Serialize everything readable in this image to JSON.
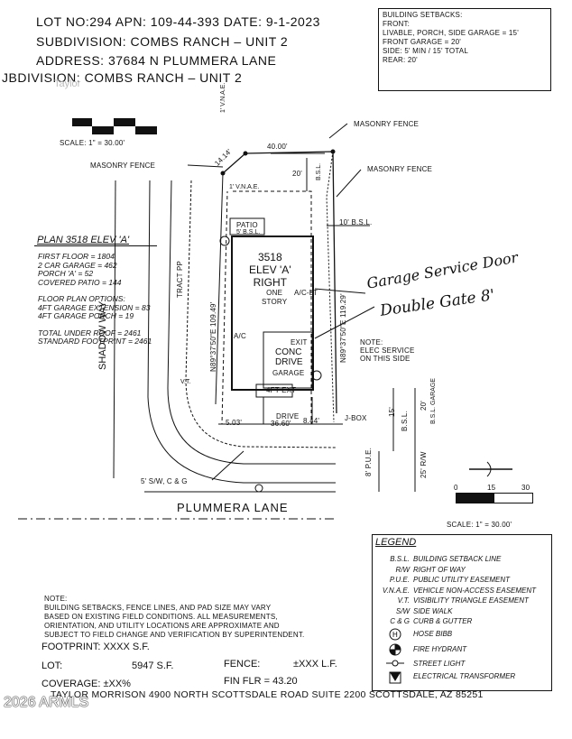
{
  "header": {
    "line1": "LOT NO:294  APN: 109-44-393  DATE: 9-1-2023",
    "line2": "SUBDIVISION: COMBS RANCH – UNIT 2",
    "line3": "ADDRESS: 37684 N PLUMMERA LANE",
    "overlay": "JBDIVISION: COMBS RANCH – UNIT 2",
    "ghost": "Taylor"
  },
  "setbacks": {
    "title": "BUILDING SETBACKS:",
    "front": "FRONT:",
    "livable": "LIVABLE, PORCH, SIDE GARAGE = 15'",
    "front_garage": "FRONT GARAGE = 20'",
    "side": "SIDE: 5' MIN / 15' TOTAL",
    "rear": "REAR: 20'"
  },
  "scale_top": "SCALE: 1\" = 30.00'",
  "plan": {
    "title": "PLAN 3518 ELEV 'A'",
    "lines": [
      "FIRST FLOOR = 1804",
      "2 CAR GARAGE = 462",
      "PORCH 'A' = 52",
      "COVERED PATIO = 144",
      "",
      "FLOOR PLAN OPTIONS:",
      "4FT GARAGE EXTENSION = 83",
      "4FT GARAGE PORCH = 19",
      "",
      "TOTAL UNDER ROOF = 2461",
      "STANDARD FOOTPRINT = 2461"
    ]
  },
  "drawing": {
    "masonry_fence": "MASONRY FENCE",
    "dim_40": "40.00'",
    "dim_1414": "14.14'",
    "vnae_top": "1' V.N.A.E.",
    "vnae_left": "1' V.N.A.E.",
    "bsl_20_top": "20'",
    "bsl": "B.S.L.",
    "bsl_10": "10' B.S.L.",
    "patio": "PATIO",
    "patio_bsl": "5' B.S.L.",
    "house": [
      "3518",
      "ELEV 'A'",
      "RIGHT"
    ],
    "one_story": [
      "ONE",
      "STORY"
    ],
    "acu": "A/C-LT",
    "ac": "A/C",
    "tract": "TRACT PP",
    "left_bearing": "N89°37'50\"E  109.49'",
    "right_bearing": "N89°37'50\"E  119.29'",
    "exit": "EXIT",
    "conc_drive": [
      "CONC",
      "DRIVE"
    ],
    "garage": "GARAGE",
    "ft_ext": "4FT EXT",
    "note_elec": [
      "NOTE:",
      "ELEC SERVICE",
      "ON THIS SIDE"
    ],
    "hand1": "Garage Service Door",
    "hand2": "Double Gate 8'",
    "drive": "DRIVE",
    "dim_503": "5.03'",
    "dim_3660": "36.60'",
    "dim_844": "8.44'",
    "jbox": "J-BOX",
    "vt": "V.T.",
    "dim_15": "15'",
    "dim_20": "20'",
    "bsl_garage": "B.S.L. GARAGE",
    "pue": "8' P.U.E.",
    "rw": "25' R/W",
    "sw": "5' S/W, C & G",
    "street": "PLUMMERA  LANE",
    "way": "SHADOW WAY"
  },
  "scale_bottom": {
    "ticks": [
      "0",
      "15",
      "30"
    ],
    "label": "SCALE: 1\" = 30.00'"
  },
  "legend": {
    "title": "LEGEND",
    "items": [
      {
        "abbr": "B.S.L.",
        "desc": "BUILDING SETBACK LINE"
      },
      {
        "abbr": "R/W",
        "desc": "RIGHT OF WAY"
      },
      {
        "abbr": "P.U.E.",
        "desc": "PUBLIC UTILITY EASEMENT"
      },
      {
        "abbr": "V.N.A.E.",
        "desc": "VEHICLE NON-ACCESS EASEMENT"
      },
      {
        "abbr": "V.T.",
        "desc": "VISIBILITY TRIANGLE EASEMENT"
      },
      {
        "abbr": "S/W",
        "desc": "SIDE WALK"
      },
      {
        "abbr": "C & G",
        "desc": "CURB & GUTTER"
      }
    ],
    "symbols": [
      {
        "icon": "hose-bibb-icon",
        "desc": "HOSE BIBB"
      },
      {
        "icon": "fire-hydrant-icon",
        "desc": "FIRE HYDRANT"
      },
      {
        "icon": "street-light-icon",
        "desc": "STREET LIGHT"
      },
      {
        "icon": "electrical-transformer-icon",
        "desc": "ELECTRICAL TRANSFORMER"
      }
    ]
  },
  "note": {
    "title": "NOTE:",
    "lines": [
      "BUILDING SETBACKS, FENCE LINES, AND PAD SIZE MAY VARY",
      "BASED ON EXISTING FIELD CONDITIONS.  ALL MEASUREMENTS,",
      "ORIENTATION, AND UTILITY LOCATIONS ARE APPROXIMATE AND",
      "SUBJECT TO FIELD CHANGE AND VERIFICATION BY SUPERINTENDENT."
    ]
  },
  "stats": {
    "footprint": "FOOTPRINT: XXXX S.F.",
    "lot_label": "LOT:",
    "lot_value": "5947 S.F.",
    "fence_label": "FENCE:",
    "fence_value": "±XXX L.F.",
    "coverage": "COVERAGE:  ±XX%",
    "fin_flr": "FIN FLR = 43.20"
  },
  "footer": "TAYLOR MORRISON  4900 NORTH SCOTTSDALE ROAD SUITE 2200  SCOTTSDALE, AZ  85251",
  "watermark": "2026 ARMLS"
}
